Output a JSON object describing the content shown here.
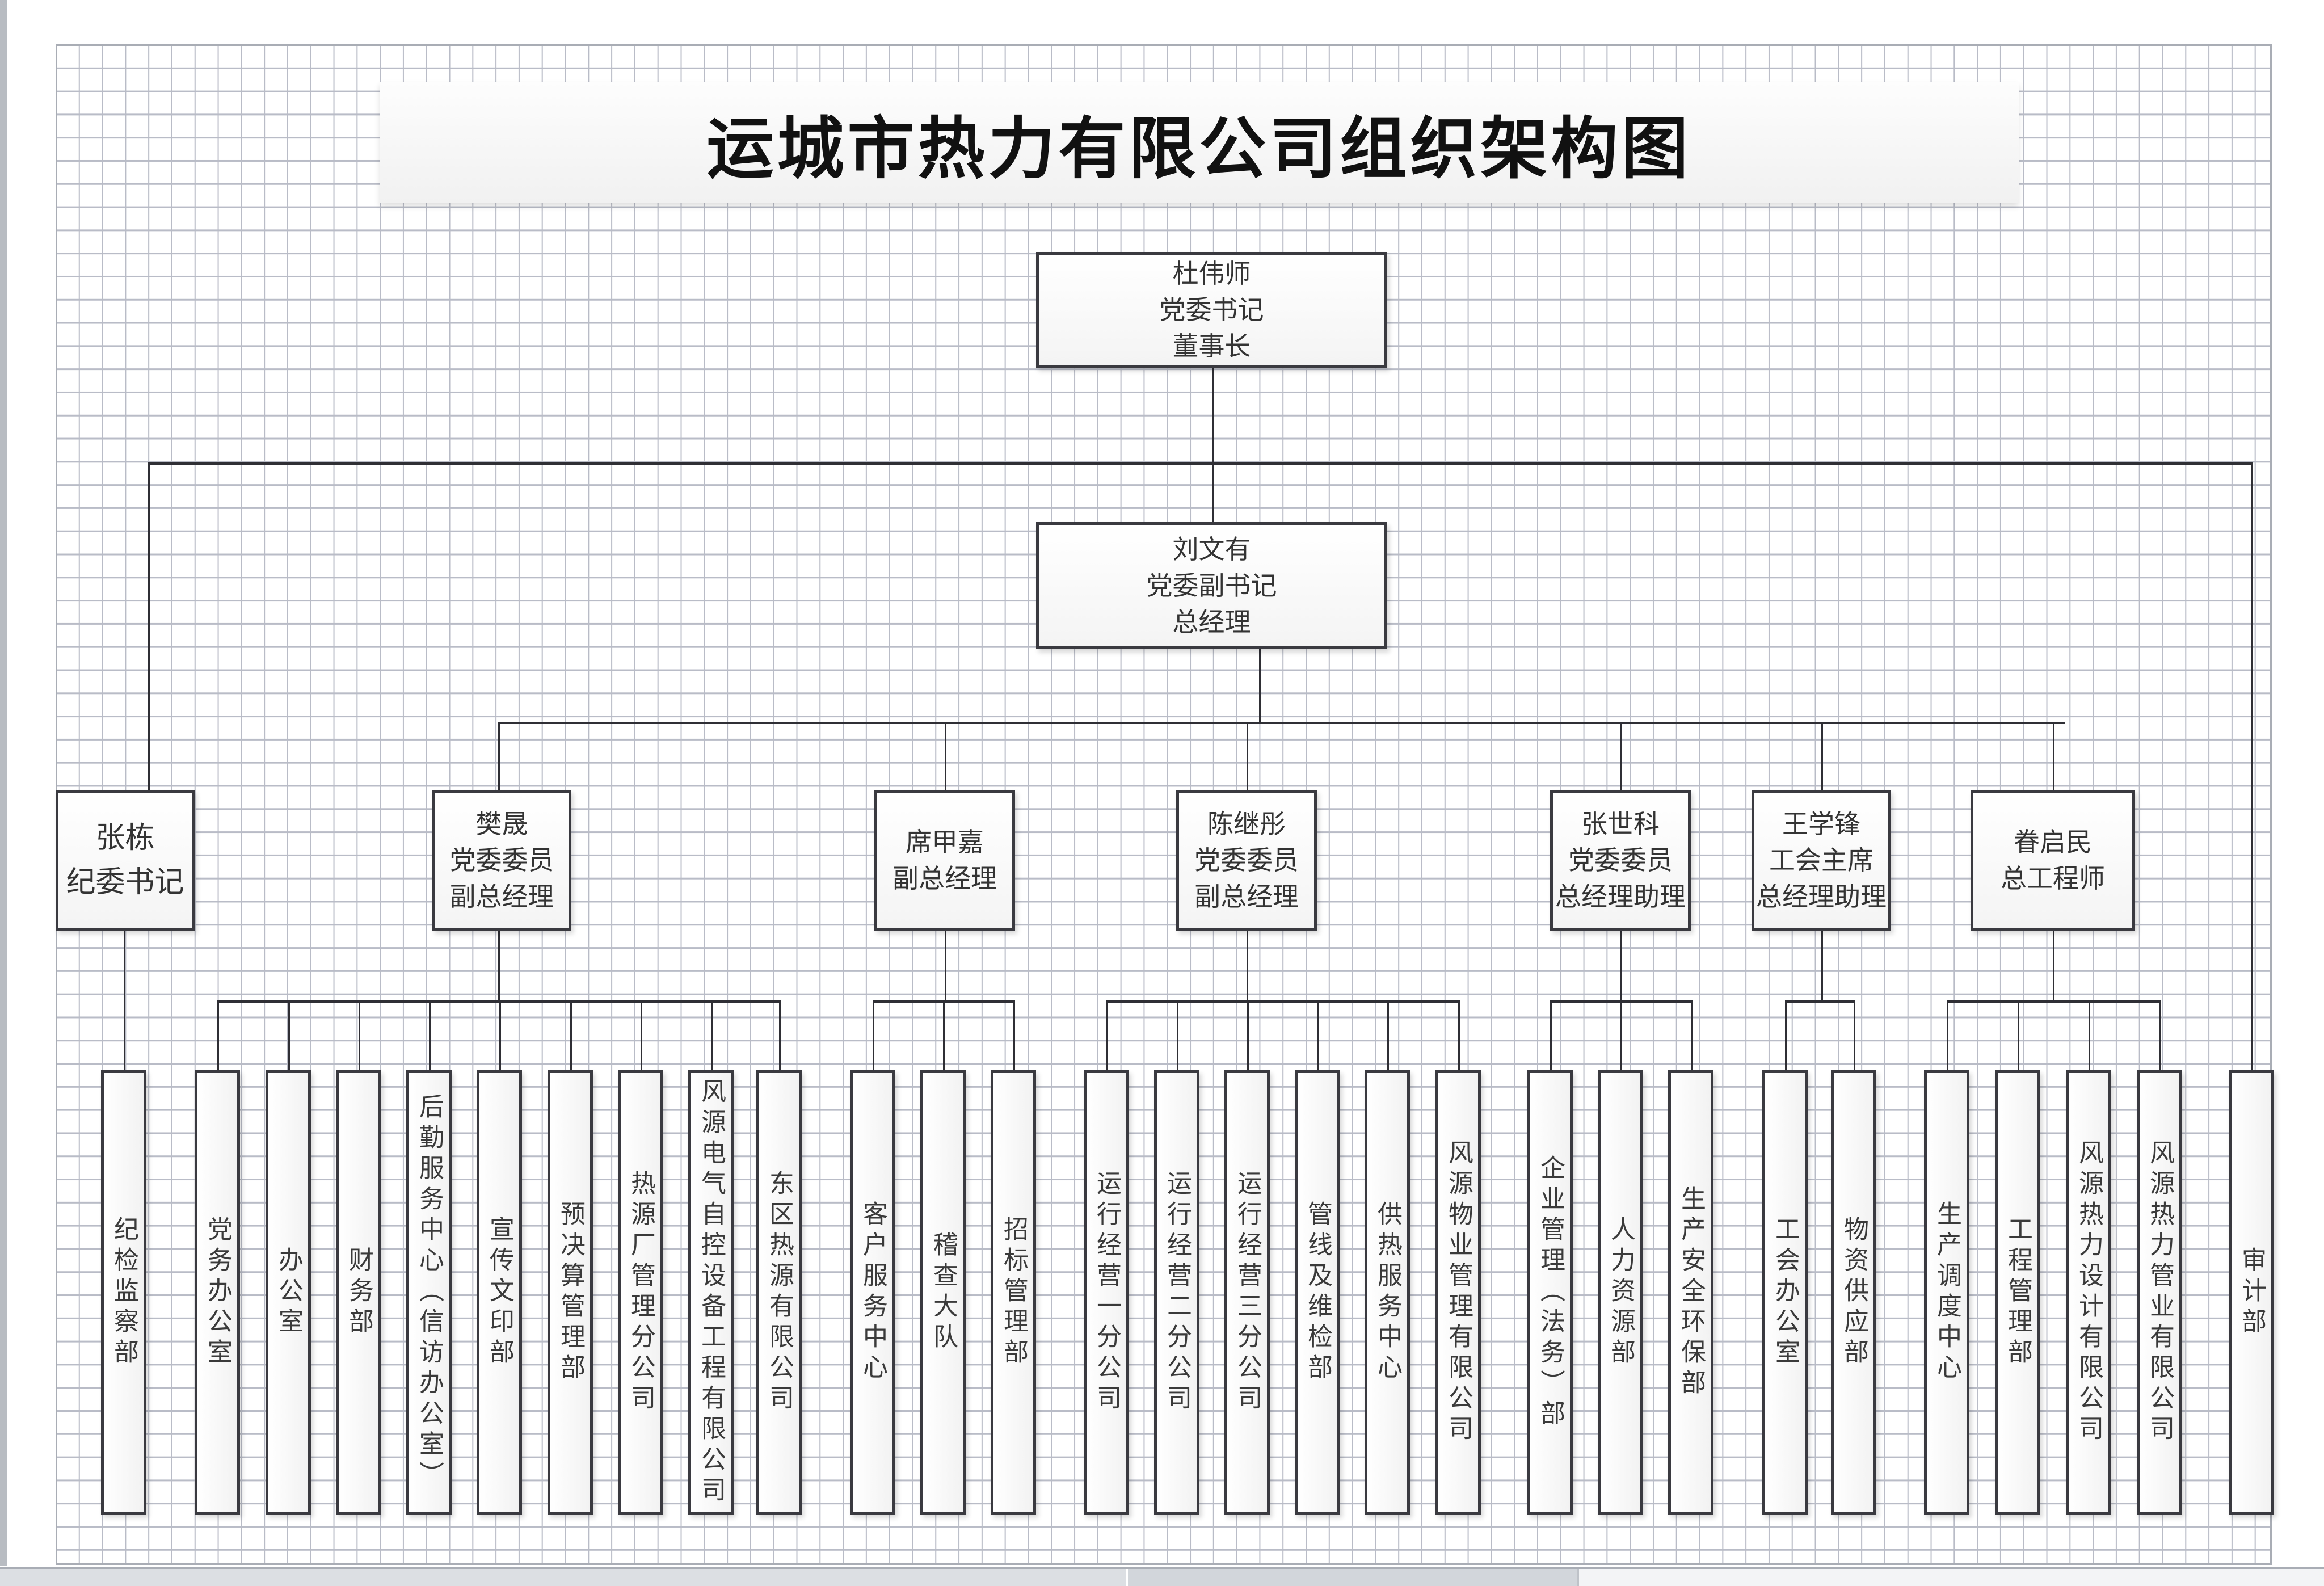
{
  "title": "运城市热力有限公司组织架构图",
  "chairman": {
    "name": "杜伟师",
    "titles": [
      "党委书记",
      "董事长"
    ]
  },
  "general_manager": {
    "name": "刘文有",
    "titles": [
      "党委副书记",
      "总经理"
    ]
  },
  "discipline": {
    "name": "张栋",
    "titles": [
      "纪委书记"
    ],
    "departments": [
      "纪检监察部"
    ]
  },
  "managers": [
    {
      "name": "樊晟",
      "titles": [
        "党委委员",
        "副总经理"
      ],
      "departments": [
        "党务办公室",
        "办公室",
        "财务部",
        "后勤服务中心（信访办公室）",
        "宣传文印部",
        "预决算管理部",
        "热源厂管理分公司",
        "风源电气自控设备工程有限公司",
        "东区热源有限公司"
      ]
    },
    {
      "name": "席甲嘉",
      "titles": [
        "副总经理"
      ],
      "departments": [
        "客户服务中心",
        "稽查大队",
        "招标管理部"
      ]
    },
    {
      "name": "陈继彤",
      "titles": [
        "党委委员",
        "副总经理"
      ],
      "departments": [
        "运行经营一分公司",
        "运行经营二分公司",
        "运行经营三分公司",
        "管线及维检部",
        "供热服务中心",
        "风源物业管理有限公司"
      ]
    },
    {
      "name": "张世科",
      "titles": [
        "党委委员",
        "总经理助理"
      ],
      "departments": [
        "企业管理（法务）部",
        "人力资源部",
        "生产安全环保部"
      ]
    },
    {
      "name": "王学锋",
      "titles": [
        "工会主席",
        "总经理助理"
      ],
      "departments": [
        "工会办公室",
        "物资供应部"
      ]
    },
    {
      "name": "眷启民",
      "titles": [
        "总工程师"
      ],
      "departments": [
        "生产调度中心",
        "工程管理部",
        "风源热力设计有限公司",
        "风源热力管业有限公司"
      ]
    }
  ],
  "audit": {
    "departments": [
      "审计部"
    ]
  }
}
